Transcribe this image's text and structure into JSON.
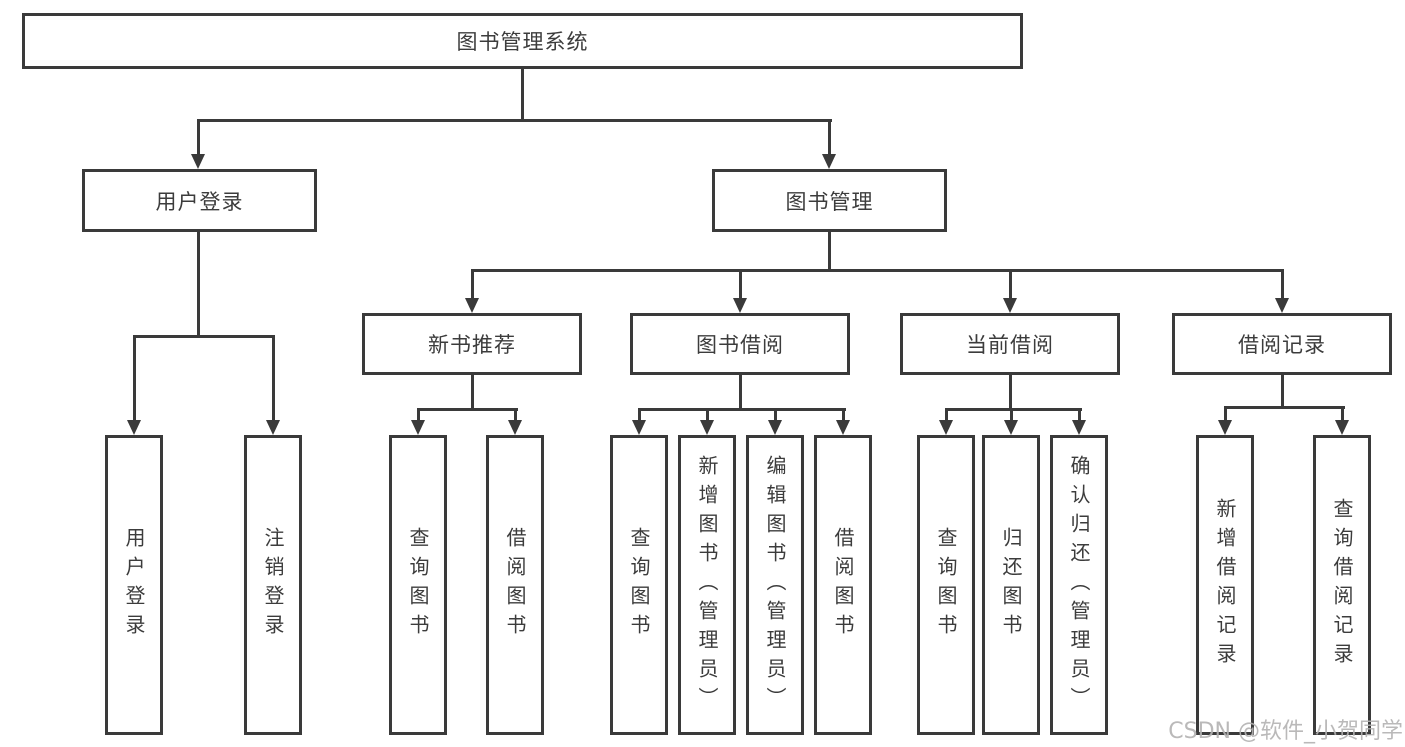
{
  "tree": {
    "root": "图书管理系统",
    "level2": [
      "用户登录",
      "图书管理"
    ],
    "level3": [
      "新书推荐",
      "图书借阅",
      "当前借阅",
      "借阅记录"
    ],
    "leaves_user_login": [
      "用户登录",
      "注销登录"
    ],
    "leaves_new_book": [
      "查询图书",
      "借阅图书"
    ],
    "leaves_book_borrow": [
      "查询图书",
      "新增图书（管理员）",
      "编辑图书（管理员）",
      "借阅图书"
    ],
    "leaves_current_borrow": [
      "查询图书",
      "归还图书",
      "确认归还（管理员）"
    ],
    "leaves_borrow_records": [
      "新增借阅记录",
      "查询借阅记录"
    ]
  },
  "watermark": "CSDN @软件_小贺同学",
  "colors": {
    "line": "#3a3a3a",
    "text": "#3c3c3c",
    "watermark": "#b3b2b2",
    "background": "#ffffff"
  }
}
